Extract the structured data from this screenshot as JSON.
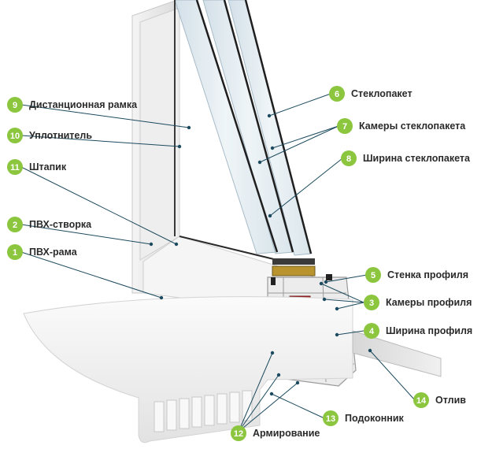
{
  "diagram": {
    "subject": "PVC window section",
    "callouts": [
      {
        "number": "1",
        "label": "ПВХ-рама"
      },
      {
        "number": "2",
        "label": "ПВХ-створка"
      },
      {
        "number": "3",
        "label": "Камеры профиля"
      },
      {
        "number": "4",
        "label": "Ширина профиля"
      },
      {
        "number": "5",
        "label": "Стенка профиля"
      },
      {
        "number": "6",
        "label": "Стеклопакет"
      },
      {
        "number": "7",
        "label": "Камеры стеклопакета"
      },
      {
        "number": "8",
        "label": "Ширина стеклопакета"
      },
      {
        "number": "9",
        "label": "Дистанционная рамка"
      },
      {
        "number": "10",
        "label": "Уплотнитель"
      },
      {
        "number": "11",
        "label": "Штапик"
      },
      {
        "number": "12",
        "label": "Армирование"
      },
      {
        "number": "13",
        "label": "Подоконник"
      },
      {
        "number": "14",
        "label": "Отлив"
      }
    ]
  },
  "colors": {
    "badge": "#8cc63f",
    "leader": "#1c4a5e",
    "label": "#2a2a2a",
    "reinforcement": "#b22a2a",
    "seal": "#222222",
    "glass": "#dfe9ef"
  }
}
